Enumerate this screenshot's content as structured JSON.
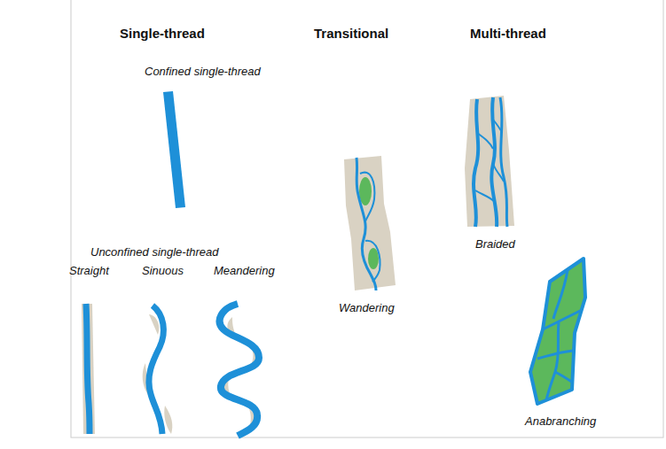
{
  "diagram": {
    "labels": [
      "Single-thread",
      "Transitional",
      "Multi-thread",
      "Confined single-thread",
      "Unconfined single-thread",
      "Straight",
      "Sinuous",
      "Meandering",
      "Wandering",
      "Braided",
      "Anabranching"
    ]
  }
}
